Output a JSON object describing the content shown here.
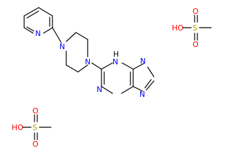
{
  "molecule": {
    "pyridine_n": "N",
    "piperazine_n1": "N",
    "piperazine_n2": "N",
    "purine_nh": "N",
    "purine_nh_h": "H",
    "purine_n_left": "N",
    "purine_n_right_top": "N",
    "purine_n_right_bottom": "N"
  },
  "mesylate_top": {
    "h": "HO",
    "s": "S",
    "o_top": "O",
    "o_bottom": "O"
  },
  "mesylate_bottom": {
    "h": "HO",
    "s": "S",
    "o_top": "O",
    "o_bottom": "O"
  },
  "colors": {
    "nitrogen": "#0000ff",
    "oxygen": "#ff0000",
    "sulfur": "#b8a000",
    "bond": "#000000"
  }
}
